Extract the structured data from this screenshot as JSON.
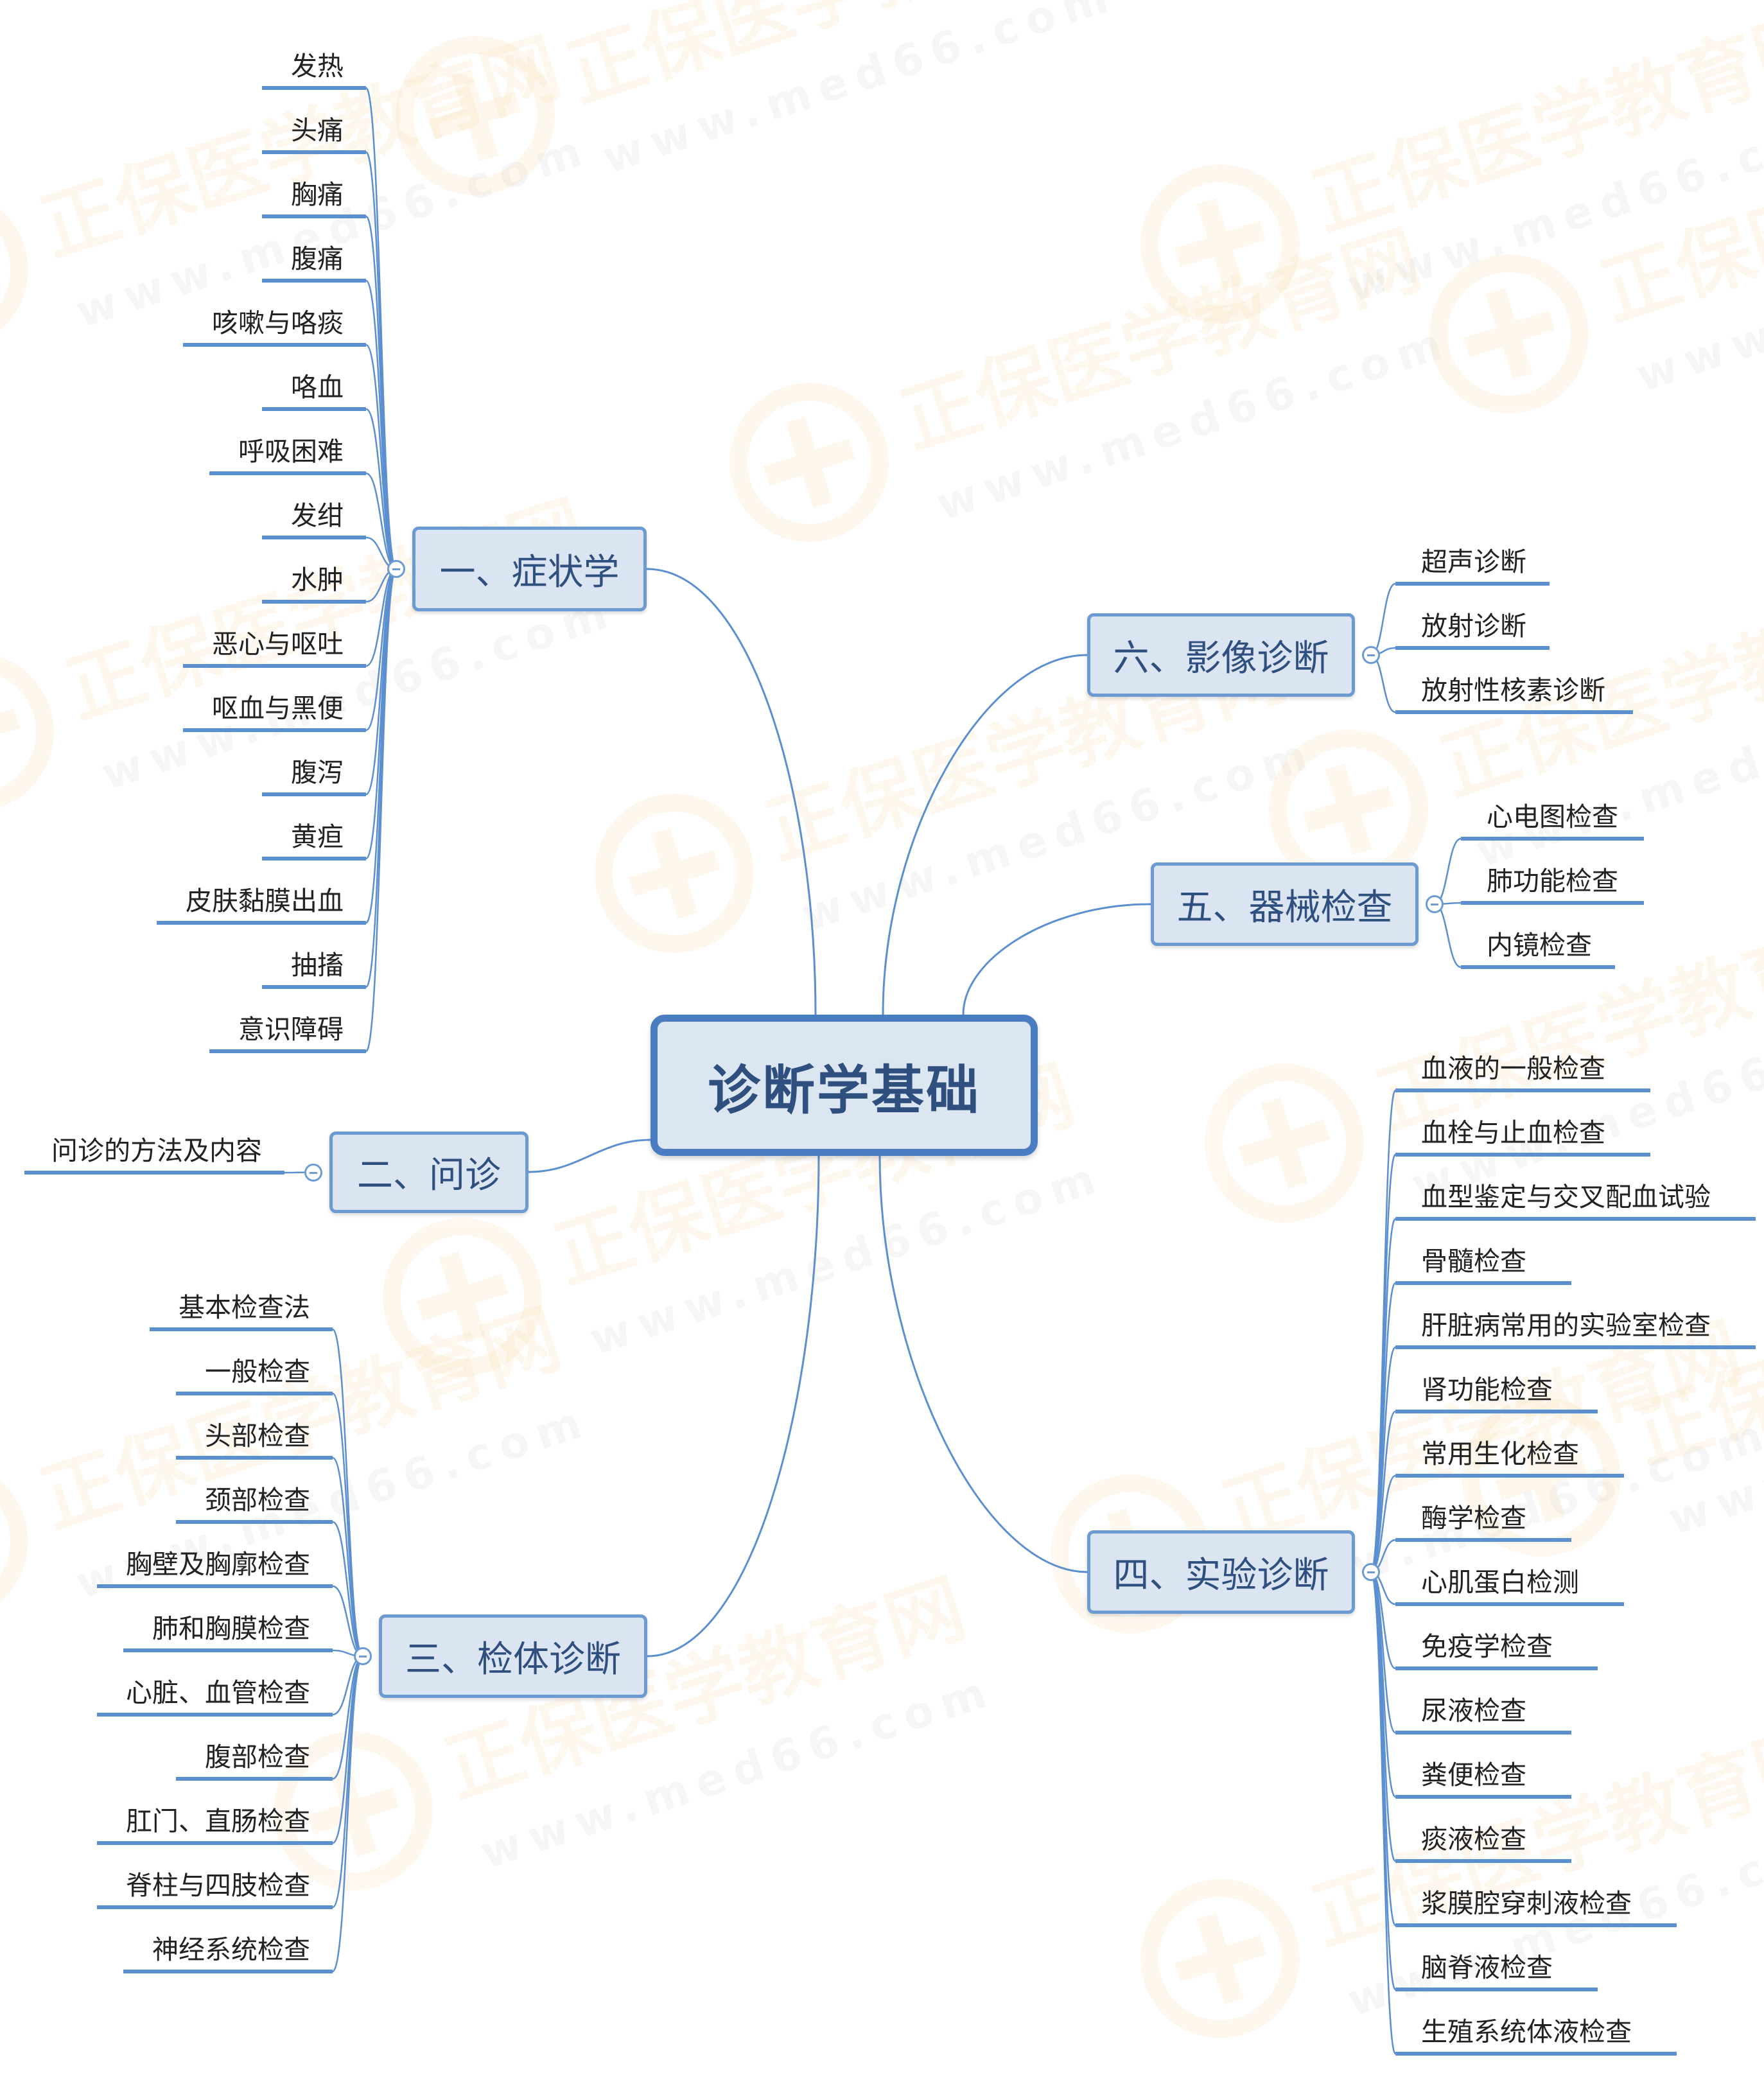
{
  "root": {
    "label": "诊断学基础"
  },
  "watermark": {
    "text": "正保医学教育网",
    "url": "www.med66.com"
  },
  "branches": {
    "b1": {
      "label": "一、症状学",
      "items": [
        "发热",
        "头痛",
        "胸痛",
        "腹痛",
        "咳嗽与咯痰",
        "咯血",
        "呼吸困难",
        "发绀",
        "水肿",
        "恶心与呕吐",
        "呕血与黑便",
        "腹泻",
        "黄疸",
        "皮肤黏膜出血",
        "抽搐",
        "意识障碍"
      ]
    },
    "b2": {
      "label": "二、问诊",
      "items": [
        "问诊的方法及内容"
      ]
    },
    "b3": {
      "label": "三、检体诊断",
      "items": [
        "基本检查法",
        "一般检查",
        "头部检查",
        "颈部检查",
        "胸壁及胸廓检查",
        "肺和胸膜检查",
        "心脏、血管检查",
        "腹部检查",
        "肛门、直肠检查",
        "脊柱与四肢检查",
        "神经系统检查"
      ]
    },
    "b4": {
      "label": "四、实验诊断",
      "items": [
        "血液的一般检查",
        "血栓与止血检查",
        "血型鉴定与交叉配血试验",
        "骨髓检查",
        "肝脏病常用的实验室检查",
        "肾功能检查",
        "常用生化检查",
        "酶学检查",
        "心肌蛋白检测",
        "免疫学检查",
        "尿液检查",
        "粪便检查",
        "痰液检查",
        "浆膜腔穿刺液检查",
        "脑脊液检查",
        "生殖系统体液检查"
      ]
    },
    "b5": {
      "label": "五、器械检查",
      "items": [
        "心电图检查",
        "肺功能检查",
        "内镜检查"
      ]
    },
    "b6": {
      "label": "六、影像诊断",
      "items": [
        "超声诊断",
        "放射诊断",
        "放射性核素诊断"
      ]
    }
  },
  "colors": {
    "line": "#5b8fd0",
    "node_fill": "#dbe5f1",
    "node_border": "#6b9bd2",
    "root_border": "#4a7cc2",
    "text": "#2f4f7f"
  }
}
